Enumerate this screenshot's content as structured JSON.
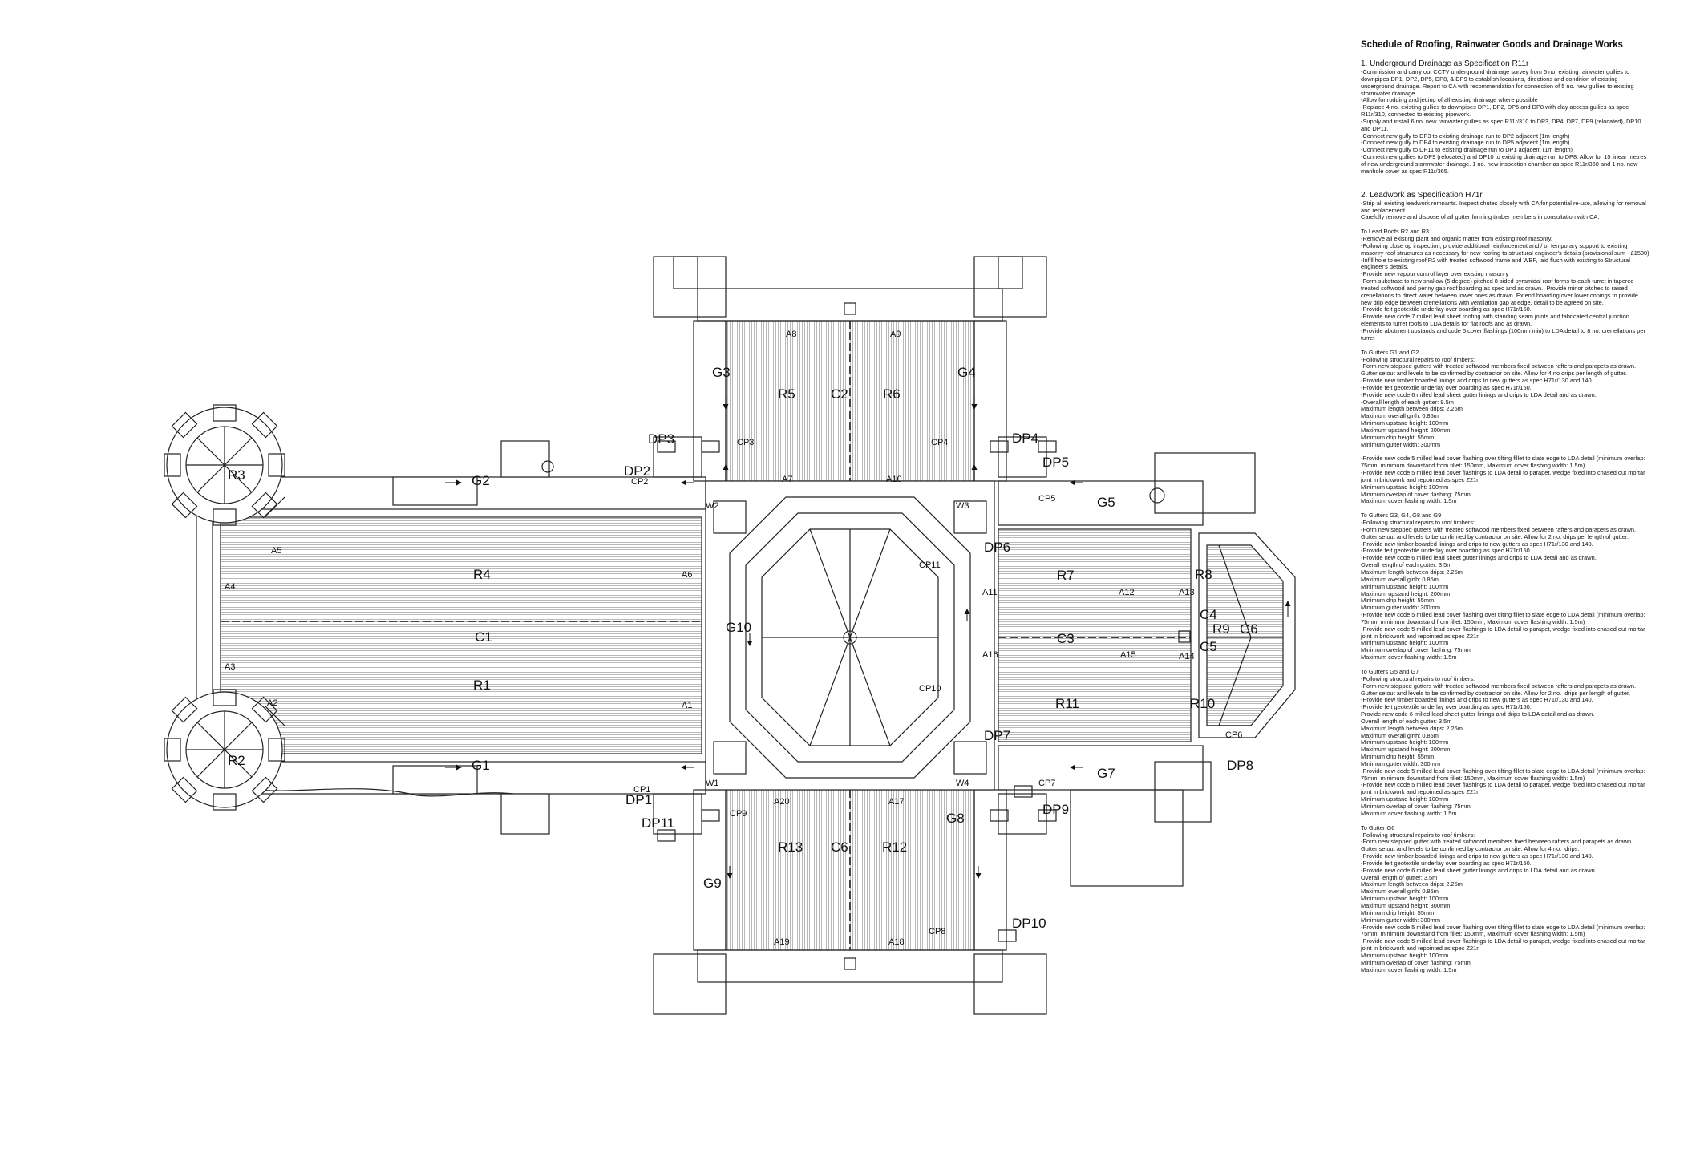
{
  "drawing": {
    "labels": {
      "R3": "R3",
      "R2": "R2",
      "R4": "R4",
      "R1": "R1",
      "C1": "C1",
      "G1": "G1",
      "G2": "G2",
      "A5": "A5",
      "A4": "A4",
      "A3": "A3",
      "A2": "A2",
      "A6": "A6",
      "A1": "A1",
      "CP2": "CP2",
      "CP1": "CP1",
      "DP2": "DP2",
      "DP3": "DP3",
      "DP1": "DP1",
      "DP11": "DP11",
      "G3": "G3",
      "G4": "G4",
      "R5": "R5",
      "R6": "R6",
      "C2": "C2",
      "A7": "A7",
      "A8": "A8",
      "A9": "A9",
      "A10": "A10",
      "CP3": "CP3",
      "CP4": "CP4",
      "DP4": "DP4",
      "DP5": "DP5",
      "CP5": "CP5",
      "G5": "G5",
      "W1": "W1",
      "W2": "W2",
      "W3": "W3",
      "W4": "W4",
      "G10": "G10",
      "CP11": "CP11",
      "CP10": "CP10",
      "DP6": "DP6",
      "DP7": "DP7",
      "R7": "R7",
      "R11": "R11",
      "C3": "C3",
      "A11": "A11",
      "A12": "A12",
      "A15": "A15",
      "A16": "A16",
      "A13": "A13",
      "A14": "A14",
      "R8": "R8",
      "R9": "R9",
      "R10": "R10",
      "C4": "C4",
      "C5": "C5",
      "G6": "G6",
      "CP6": "CP6",
      "DP8": "DP8",
      "CP7": "CP7",
      "G7": "G7",
      "DP9": "DP9",
      "R13": "R13",
      "R12": "R12",
      "C6": "C6",
      "A17": "A17",
      "A18": "A18",
      "A19": "A19",
      "A20": "A20",
      "CP9": "CP9",
      "G8": "G8",
      "G9": "G9",
      "CP8": "CP8",
      "DP10": "DP10"
    }
  },
  "schedule": {
    "title": "Schedule of Roofing, Rainwater Goods and Drainage Works",
    "s1_heading": "1.      Underground Drainage as Specification R11r",
    "s1_body": "-Commission and carry out CCTV underground drainage survey from 5 no. existing rainwater gullies to downpipes DP1, DP2, DP5, DP8, & DP9 to establish locations, directions and condition of existing underground drainage. Report to CA with recommendation for connection of 5 no. new gullies to existing stormwater drainage\n-Allow for rodding and jetting of all existing drainage where possible\n-Replace 4 no. existing gullies to downpipes DP1, DP2, DP5 and DP8 with clay access gullies as spec R11r/310, connected to existing pipework.\n-Supply and install 6 no. new rainwater gullies as spec R11r/310 to DP3, DP4, DP7, DP9 (relocated), DP10 and DP11.\n-Connect new gully to DP3 to existing drainage run to DP2 adjacent (1m length)\n-Connect new gully to DP4 to existing drainage run to DP5 adjacent (1m length)\n-Connect new gully to DP11 to existing drainage run to DP1 adjacent (1m length)\n-Connect new gullies to DP9 (relocated) and DP10 to existing drainage run to DP8. Allow for 15 linear metres of new underground stormwater drainage. 1 no. new inspection chamber as spec R11r/360 and 1 no. new manhole cover as spec R11r/365.",
    "s2_heading": "2.      Leadwork as Specification H71r",
    "s2_body": "-Strip all existing leadwork remnants. Inspect chutes closely with CA for potential re-use, allowing for removal and replacement.\nCarefully remove and dispose of all gutter forming timber members in consultation with CA.",
    "lead_roofs_body": "To Lead Roofs R2 and R3\n-Remove all existing plant and organic matter from existing roof masonry.\n-Following close up inspection, provide additional reinforcement and / or temporary support to existing masonry roof structures as necessary for new roofing to structural engineer's details (provisional sum - £1500)\n-Infill hole to existing roof R2 with treated softwood frame and WBP, laid flush with existing to Structural engineer's details.\n-Provide new vapour control layer over existing masonry\n-Form substrate to new shallow (5 degree) pitched 8 sided pyramidal roof forms to each turret in tapered treated softwood and penny gap roof boarding as spec and as drawn.  Provide minor pitches to raised crenellations to direct water between lower ones as drawn. Extend boarding over lower copings to provide new drip edge between crenellations with ventilation gap at edge, detail to be agreed on site.\n-Provide felt geotextile underlay over boarding as spec H71r/150.\n-Provide new code 7 milled lead sheet roofing with standing seam joints and fabricated central junction elements to turret roofs to LDA details for flat roofs and as drawn.\n-Provide abutment upstands and code 5 cover flashings (100mm min) to LDA detail to 8 no. crenellations per turret",
    "g1g2_body": "To Gutters G1 and G2\n-Following structural repairs to roof timbers:\n-Form new stepped gutters with treated softwood members fixed between rafters and parapets as drawn. Gutter setout and levels to be confirmed by contractor on site. Allow for 4 no drips per length of gutter.\n-Provide new timber boarded linings and drips to new gutters as spec H71r/130 and 140.\n-Provide felt geotextile underlay over boarding as spec H71r/150.\n-Provide new code 6 milled lead sheet gutter linings and drips to LDA detail and as drawn.\n-Overall length of each gutter: 9.5m\nMaximum length between drips: 2.25m\nMaximum overall girth: 0.85m\nMinimum upstand height: 100mm\nMaximum upstand height: 200mm\nMinimum drip height: 55mm\nMinimum gutter width: 300mm\n\n-Provide new code 5 milled lead cover flashing over tilting fillet to slate edge to LDA detail (minimum overlap: 75mm, minimum downstand from fillet: 150mm, Maximum cover flashing width: 1.5m)\n-Provide new code 5 milled lead cover flashings to LDA detail to parapet, wedge fixed into chased out mortar joint in brickwork and repointed as spec Z21r.\nMinimum upstand height: 100mm\nMinimum overlap of cover flashing: 75mm\nMaximum cover flashing width: 1.5m",
    "g3_body": "To Gutters G3, G4, G8 and G9\n-Following structural repairs to roof timbers:\n-Form new stepped gutters with treated softwood members fixed between rafters and parapets as drawn. Gutter setout and levels to be confirmed by contractor on site. Allow for 2 no. drips per length of gutter.\n-Provide new timber boarded linings and drips to new gutters as spec H71r/130 and 140.\n-Provide felt geotextile underlay over boarding as spec H71r/150.\n-Provide new code 6 milled lead sheet gutter linings and drips to LDA detail and as drawn.\nOverall length of each gutter: 3.5m\nMaximum length between drips: 2.25m\nMaximum overall girth: 0.85m\nMinimum upstand height: 100mm\nMaximum upstand height: 200mm\nMinimum drip height: 55mm\nMinimum gutter width: 300mm\n-Provide new code 5 milled lead cover flashing over tilting fillet to slate edge to LDA detail (minimum overlap: 75mm, minimum downstand from fillet: 150mm, Maximum cover flashing width: 1.5m)\n-Provide new code 5 milled lead cover flashings to LDA detail to parapet, wedge fixed into chased out mortar joint in brickwork and repointed as spec Z21r.\nMinimum upstand height: 100mm\nMinimum overlap of cover flashing: 75mm\nMaximum cover flashing width: 1.5m",
    "g5_body": "To Gutters G5 and G7\n-Following structural repairs to roof timbers:\n-Form new stepped gutters with treated softwood members fixed between rafters and parapets as drawn. Gutter setout and levels to be confirmed by contractor on site. Allow for 2 no.  drips per length of gutter.\n-Provide new timber boarded linings and drips to new gutters as spec H71r/130 and 140.\n-Provide felt geotextile underlay over boarding as spec H71r/150.\nProvide new code 6 milled lead sheet gutter linings and drips to LDA detail and as drawn.\nOverall length of each gutter: 3.5m\nMaximum length between drips: 2.25m\nMaximum overall girth: 0.85m\nMinimum upstand height: 100mm\nMaximum upstand height: 200mm\nMinimum drip height: 55mm\nMinimum gutter width: 300mm\n-Provide new code 5 milled lead cover flashing over tilting fillet to slate edge to LDA detail (minimum overlap: 75mm, minimum downstand from fillet: 150mm, Maximum cover flashing width: 1.5m)\n-Provide new code 5 milled lead cover flashings to LDA detail to parapet, wedge fixed into chased out mortar joint in brickwork and repointed as spec Z21r.\nMinimum upstand height: 100mm\nMinimum overlap of cover flashing: 75mm\nMaximum cover flashing width: 1.5m",
    "g6_body": "To Gutter G6\n-Following structural repairs to roof timbers:\n-Form new stepped gutter with treated softwood members fixed between rafters and parapets as drawn. Gutter setout and levels to be confirmed by contractor on site. Allow for 4 no.  drips.\n-Provide new timber boarded linings and drips to new gutters as spec H71r/130 and 140.\n-Provide felt geotextile underlay over boarding as spec H71r/150.\n-Provide new code 6 milled lead sheet gutter linings and drips to LDA detail and as drawn.\nOverall length of gutter: 3.5m\nMaximum length between drips: 2.25m\nMaximum overall girth: 0.85m\nMinimum upstand height: 100mm\nMaximum upstand height: 300mm\nMinimum drip height: 55mm\nMinimum gutter width: 300mm\n-Provide new code 5 milled lead cover flashing over tilting fillet to slate edge to LDA detail (minimum overlap: 75mm, minimum downstand from fillet: 150mm, Maximum cover flashing width: 1.5m)\n-Provide new code 5 milled lead cover flashings to LDA detail to parapet, wedge fixed into chased out mortar joint in brickwork and repointed as spec Z21r.\nMinimum upstand height: 100mm\nMinimum overlap of cover flashing: 75mm\nMaximum cover flashing width: 1.5m"
  }
}
